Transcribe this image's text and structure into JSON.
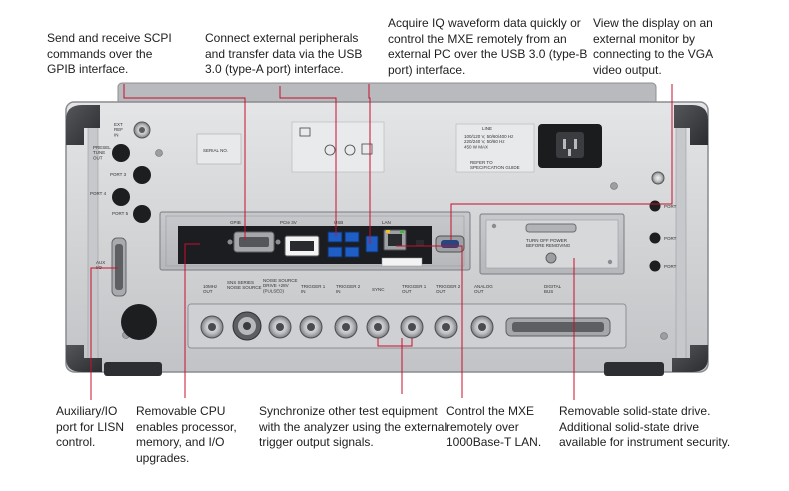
{
  "callouts": {
    "gpib": "Send and receive SCPI\ncommands over the\nGPIB interface.",
    "usb_a": "Connect external peripherals\nand transfer data via the USB\n3.0 (type-A port) interface.",
    "usb_b": "Acquire IQ waveform data quickly or\ncontrol the MXE remotely from an\nexternal PC over the USB 3.0 (type-B\nport) interface.",
    "vga": "View the display on an\nexternal monitor by\nconnecting to the VGA\nvideo output.",
    "aux": "Auxiliary/IO\nport for LISN\ncontrol.",
    "cpu": "Removable CPU\nenables processor,\nmemory, and I/O\nupgrades.",
    "trigger": "Synchronize other test equipment\nwith the analyzer using the external\ntrigger output signals.",
    "lan": "Control the MXE\nremotely over\n1000Base-T LAN.",
    "ssd": "Removable solid-state drive.\nAdditional solid-state drive\navailable for instrument security."
  },
  "panel_labels": {
    "ext_ref_in": "EXT\nREF\nIN",
    "presel_tune_out": "PRESEL\nTUNE\nOUT",
    "port_3": "PORT 3",
    "port_4": "PORT 4",
    "port_5": "PORT 5",
    "aux_io": "AUX\nI/O",
    "serial_no": "SERIAL NO.",
    "gpib": "GPIB",
    "pcie": "PCIe 3V",
    "usb": "USB",
    "lan": "LAN",
    "ref_10mhz_out": "10MHz\nOUT",
    "sns_series_noise_source": "SNS SERIES\nNOISE SOURCE",
    "noise_source_drive": "NOISE SOURCE\nDRIVE +28V\n(PULSED)",
    "trigger_1_in": "TRIGGER 1\nIN",
    "trigger_2_in": "TRIGGER 2\nIN",
    "sync": "SYNC",
    "trigger_1_out": "TRIGGER 1\nOUT",
    "trigger_2_out": "TRIGGER 2\nOUT",
    "analog_out": "ANALOG\nOUT",
    "digital_bus": "DIGITAL\nBUS",
    "ssd_warning": "TURN OFF POWER\nBEFORE REMOVING",
    "line": "LINE",
    "line_rating": "100/120 V, 50/60/400 Hz\n220/240 V, 50/60 Hz\n450 W MAX",
    "refer_to": "REFER TO\nSPECIFICATION GUIDE",
    "port_label": "PORT"
  },
  "colors": {
    "callout_line": "#c8102e",
    "text": "#1e1e1e",
    "panel": "#d4d5d7",
    "bumper": "#3a3b3e"
  }
}
